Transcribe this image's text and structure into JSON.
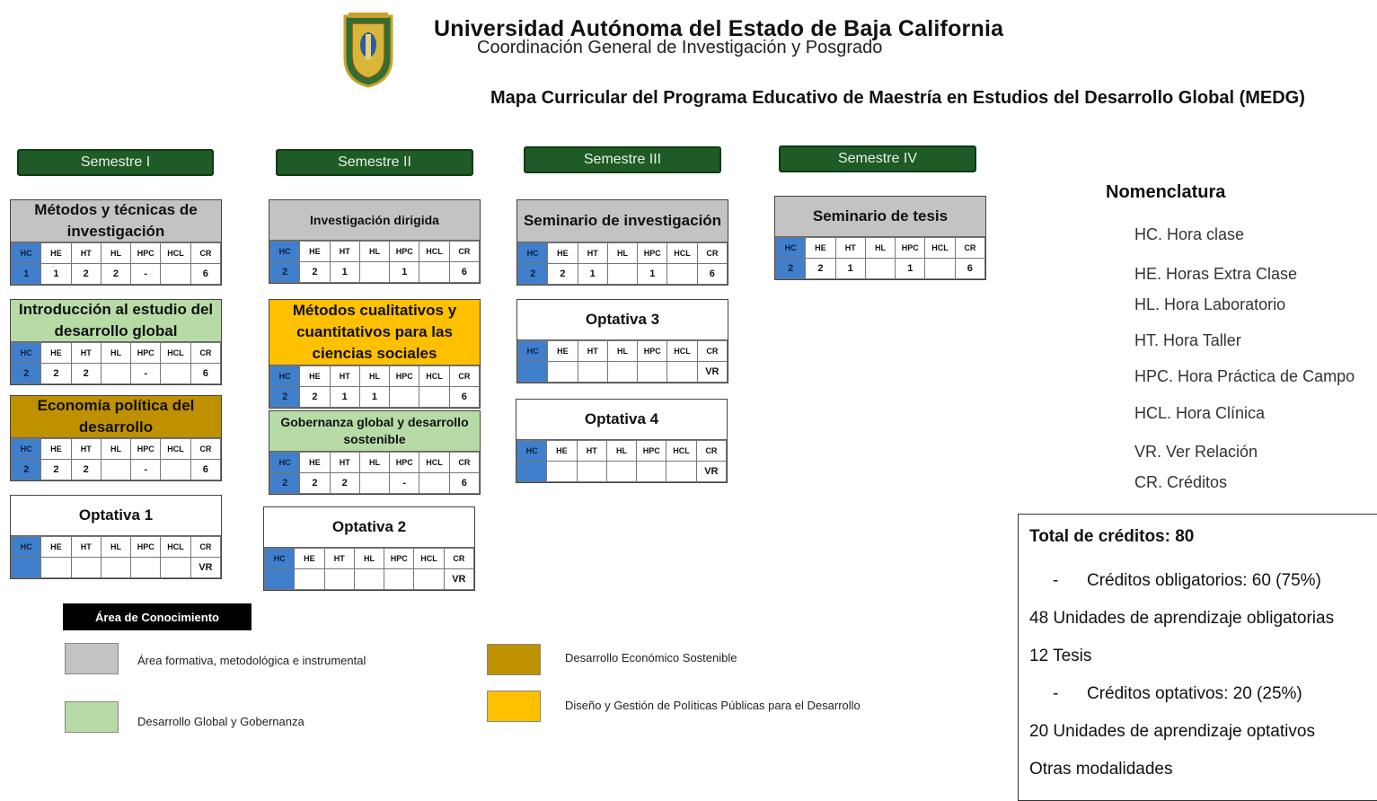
{
  "header": {
    "university": "Universidad Autónoma del Estado de Baja California",
    "coordination": "Coordinación General de Investigación y Posgrado",
    "map_title": "Mapa Curricular del Programa Educativo de Maestría en Estudios del Desarrollo Global (MEDG)"
  },
  "semesters": [
    "Semestre I",
    "Semestre II",
    "Semestre III",
    "Semestre IV"
  ],
  "columns": [
    "HC",
    "HE",
    "HT",
    "HL",
    "HPC",
    "HCL",
    "CR"
  ],
  "courses": [
    {
      "title": "Métodos y técnicas de investigación",
      "area": "gray",
      "values": [
        "1",
        "1",
        "2",
        "2",
        "-",
        "",
        "6"
      ]
    },
    {
      "title": "Introducción al estudio del desarrollo global",
      "area": "green",
      "values": [
        "2",
        "2",
        "2",
        "",
        "-",
        "",
        "6"
      ]
    },
    {
      "title": "Economía política del desarrollo",
      "area": "brown",
      "values": [
        "2",
        "2",
        "2",
        "",
        "-",
        "",
        "6"
      ]
    },
    {
      "title": "Optativa 1",
      "area": "white",
      "values": [
        "",
        "",
        "",
        "",
        "",
        "",
        "VR"
      ]
    },
    {
      "title": "Investigación dirigida",
      "area": "gray",
      "values": [
        "2",
        "2",
        "1",
        "",
        "1",
        "",
        "6"
      ]
    },
    {
      "title": "Métodos cualitativos y cuantitativos para las ciencias sociales",
      "area": "yellow",
      "values": [
        "2",
        "2",
        "1",
        "1",
        "",
        "",
        "6"
      ]
    },
    {
      "title": "Gobernanza global y desarrollo sostenible",
      "area": "green",
      "values": [
        "2",
        "2",
        "2",
        "",
        "-",
        "",
        "6"
      ]
    },
    {
      "title": "Optativa 2",
      "area": "white",
      "values": [
        "",
        "",
        "",
        "",
        "",
        "",
        "VR"
      ]
    },
    {
      "title": "Seminario de investigación",
      "area": "gray",
      "values": [
        "2",
        "2",
        "1",
        "",
        "1",
        "",
        "6"
      ]
    },
    {
      "title": "Optativa 3",
      "area": "white",
      "values": [
        "",
        "",
        "",
        "",
        "",
        "",
        "VR"
      ]
    },
    {
      "title": "Optativa 4",
      "area": "white",
      "values": [
        "",
        "",
        "",
        "",
        "",
        "",
        "VR"
      ]
    },
    {
      "title": "Seminario de tesis",
      "area": "gray",
      "values": [
        "2",
        "2",
        "1",
        "",
        "1",
        "",
        "6"
      ]
    }
  ],
  "nomenclature": {
    "title": "Nomenclatura",
    "items": [
      "HC. Hora clase",
      "HE. Horas Extra Clase",
      "HL. Hora Laboratorio",
      "HT. Hora Taller",
      "HPC. Hora Práctica de Campo",
      "HCL. Hora Clínica",
      "VR. Ver Relación",
      "CR. Créditos"
    ]
  },
  "credits": {
    "total": "Total de créditos: 80",
    "dash1": "-",
    "mandatory": "Créditos obligatorios: 60 (75%)",
    "units_mandatory": "48 Unidades de aprendizaje obligatorias",
    "thesis": "12 Tesis",
    "dash2": "-",
    "optional": "Créditos optativos:   20 (25%)",
    "units_optional": "20 Unidades de aprendizaje optativos",
    "other": "Otras modalidades"
  },
  "legend": {
    "title": "Área de Conocimiento",
    "items": [
      {
        "label": "Área formativa, metodológica e instrumental",
        "color": "#c3c3c3"
      },
      {
        "label": "Desarrollo Global y Gobernanza",
        "color": "#b7dba7"
      },
      {
        "label": "Desarrollo Económico Sostenible",
        "color": "#bf9000"
      },
      {
        "label": "Diseño y Gestión de Políticas Públicas para el Desarrollo",
        "color": "#ffc000"
      }
    ]
  }
}
